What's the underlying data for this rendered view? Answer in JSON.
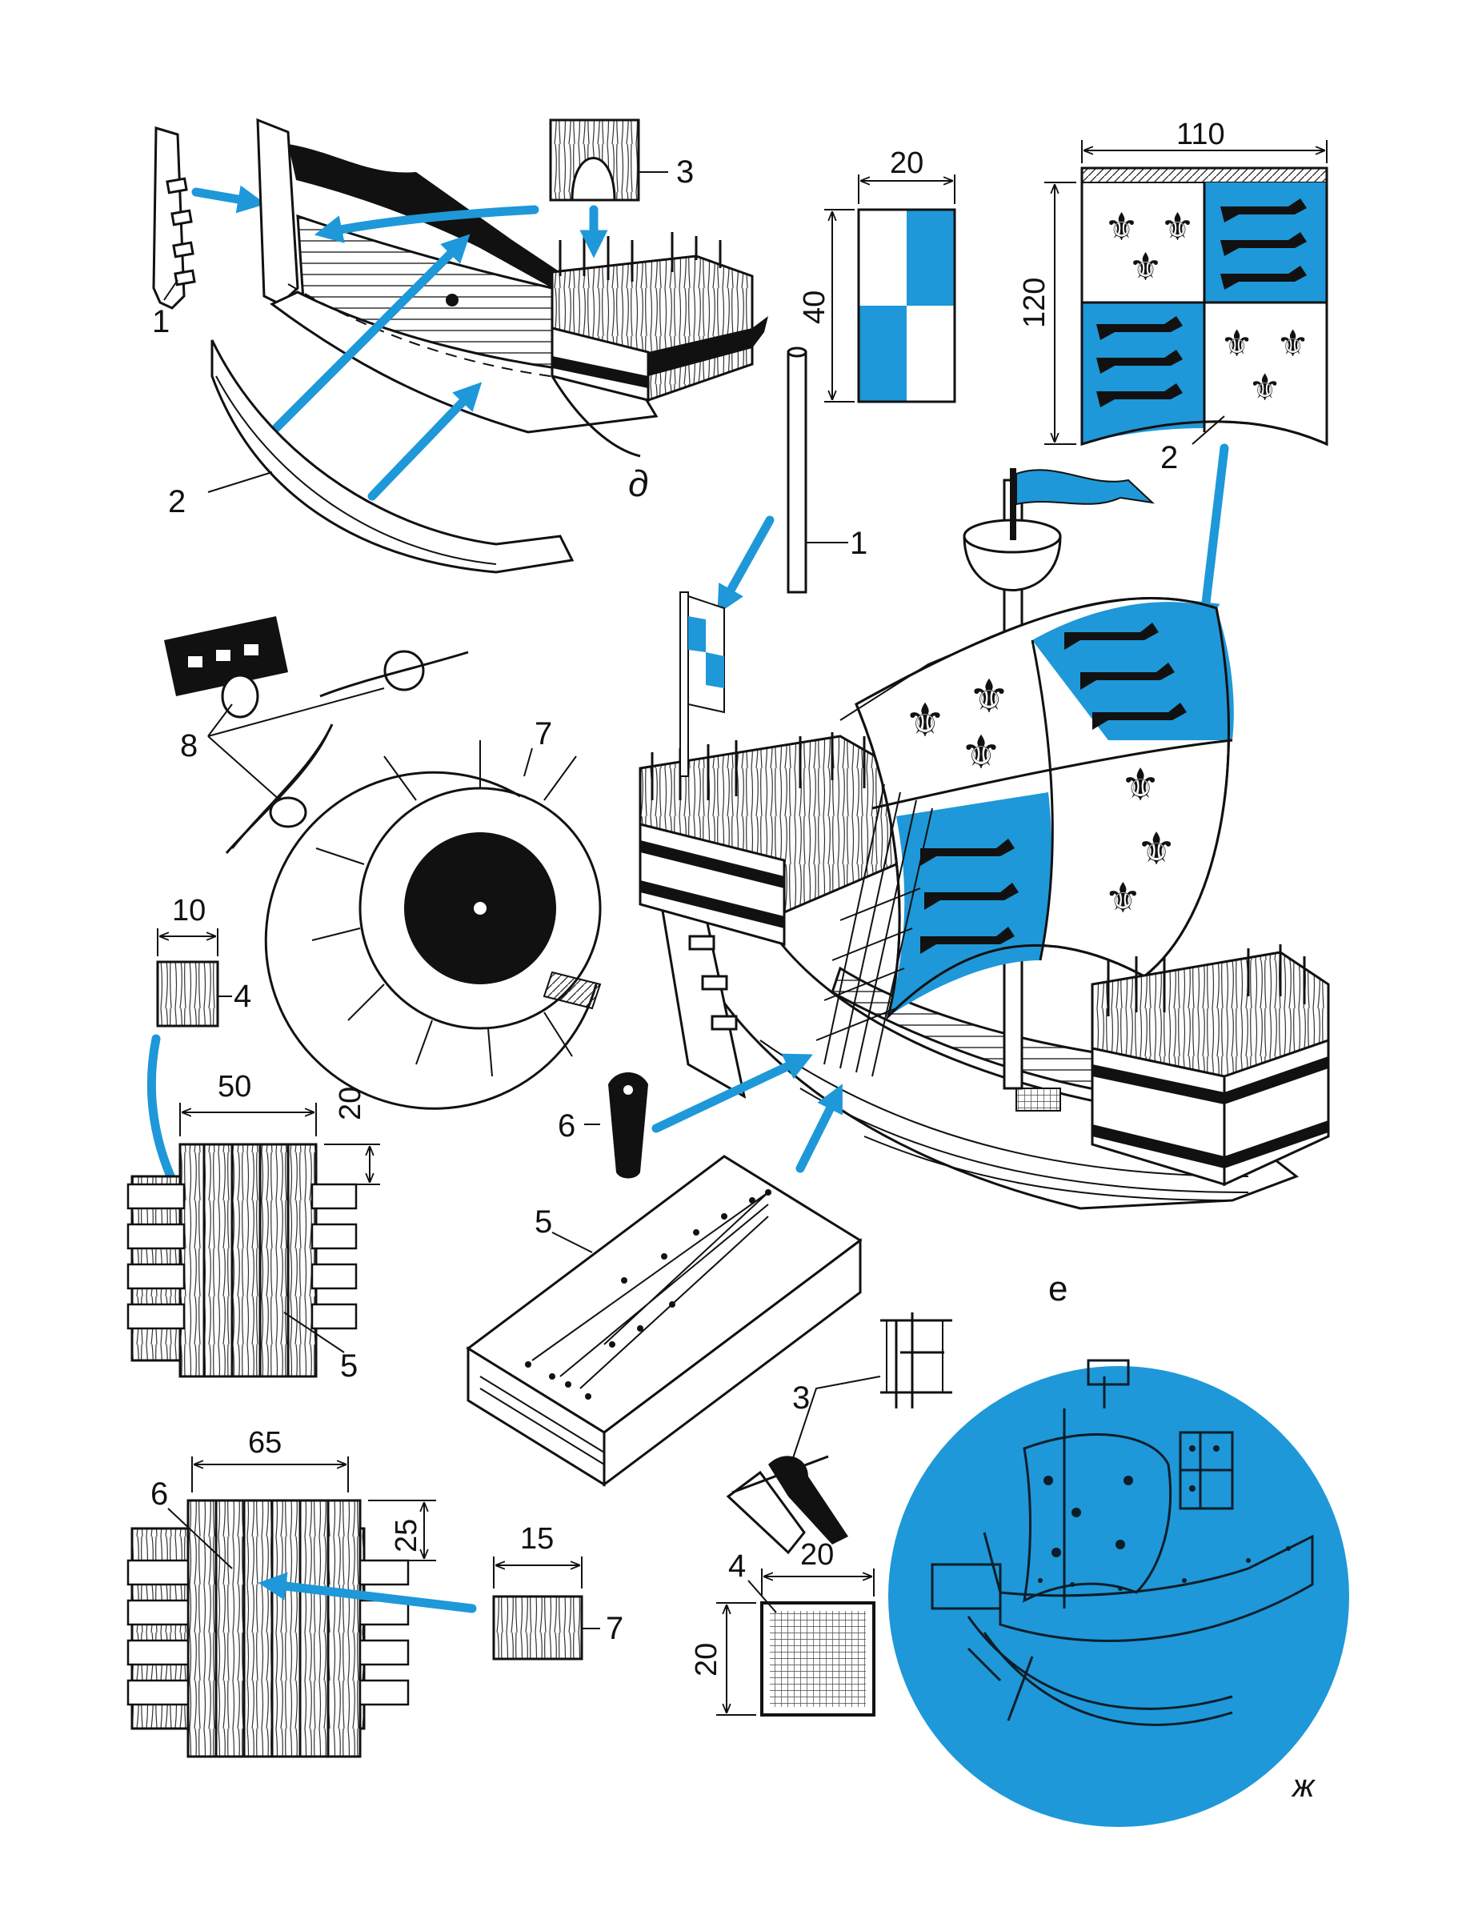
{
  "colors": {
    "accent": "#1e98d8",
    "ink": "#111111",
    "paper": "#ffffff"
  },
  "sections": {
    "d": "д",
    "e": "е",
    "zh": "ж"
  },
  "labels": {
    "d_1": "1",
    "d_2": "2",
    "d_3": "3",
    "mast_1": "1",
    "flag_2": "2",
    "rope_8": "8",
    "top_7": "7",
    "part_4": "4",
    "part_5": "5",
    "part_6": "6",
    "part_7": "7",
    "board_5": "5",
    "dead_6": "6",
    "wind_3": "3",
    "grate_4": "4"
  },
  "dimensions": {
    "pennant_w": "20",
    "pennant_h": "40",
    "flag_w": "110",
    "flag_h": "120",
    "p4_w": "10",
    "wall5_w": "50",
    "wall5_h": "20",
    "wall6_w": "65",
    "wall6_h": "25",
    "p7_w": "15",
    "grate_w": "20",
    "grate_h": "20"
  }
}
